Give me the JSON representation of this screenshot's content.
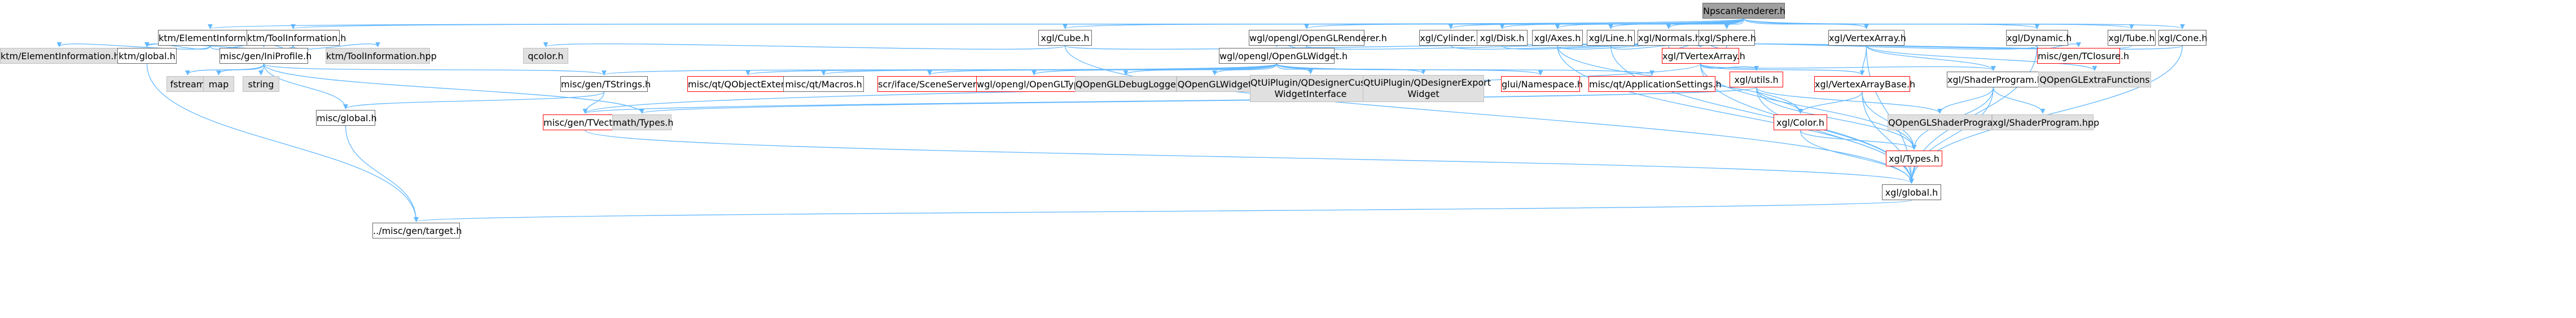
{
  "graph": {
    "edge_color": "#63b8ff",
    "nodes": [
      {
        "id": "root",
        "label": "NpscanRenderer.h",
        "style": "root"
      },
      {
        "id": "ktmElementInfoH",
        "label": "ktm/ElementInformation.h",
        "style": "link"
      },
      {
        "id": "ktmToolInfoH",
        "label": "ktm/ToolInformation.h",
        "style": "link"
      },
      {
        "id": "xglCubeH",
        "label": "xgl/Cube.h",
        "style": "link"
      },
      {
        "id": "wglRendererH",
        "label": "wgl/opengl/OpenGLRenderer.h",
        "style": "link"
      },
      {
        "id": "xglCylinderH",
        "label": "xgl/Cylinder.h",
        "style": "link"
      },
      {
        "id": "xglDiskH",
        "label": "xgl/Disk.h",
        "style": "link"
      },
      {
        "id": "xglAxesH",
        "label": "xgl/Axes.h",
        "style": "link"
      },
      {
        "id": "xglLineH",
        "label": "xgl/Line.h",
        "style": "link"
      },
      {
        "id": "xglNormalsH",
        "label": "xgl/Normals.h",
        "style": "link"
      },
      {
        "id": "xglSphereH",
        "label": "xgl/Sphere.h",
        "style": "link"
      },
      {
        "id": "xglVertexArrayH",
        "label": "xgl/VertexArray.h",
        "style": "link"
      },
      {
        "id": "xglDynamicH",
        "label": "xgl/Dynamic.h",
        "style": "link"
      },
      {
        "id": "xglTubeH",
        "label": "xgl/Tube.h",
        "style": "link"
      },
      {
        "id": "xglConeH",
        "label": "xgl/Cone.h",
        "style": "link"
      },
      {
        "id": "ktmElementInfoHpp",
        "label": "ktm/ElementInformation.hpp",
        "style": "ext"
      },
      {
        "id": "ktmGlobalH",
        "label": "ktm/global.h",
        "style": "link"
      },
      {
        "id": "miscIniProfileH",
        "label": "misc/gen/IniProfile.h",
        "style": "link"
      },
      {
        "id": "ktmToolInfoHpp",
        "label": "ktm/ToolInformation.hpp",
        "style": "ext"
      },
      {
        "id": "qcolorH",
        "label": "qcolor.h",
        "style": "ext"
      },
      {
        "id": "wglOpenGLWidgetH",
        "label": "wgl/opengl/OpenGLWidget.h",
        "style": "link"
      },
      {
        "id": "xglTVertexArrayH",
        "label": "xgl/TVertexArray.h",
        "style": "red"
      },
      {
        "id": "miscTClosureH",
        "label": "misc/gen/TClosure.h",
        "style": "red"
      },
      {
        "id": "fstream",
        "label": "fstream",
        "style": "ext"
      },
      {
        "id": "map",
        "label": "map",
        "style": "ext"
      },
      {
        "id": "string",
        "label": "string",
        "style": "ext"
      },
      {
        "id": "miscTStringsH",
        "label": "misc/gen/TStrings.h",
        "style": "link"
      },
      {
        "id": "miscQtObjExtH",
        "label": "misc/qt/QObjectExtension.h",
        "style": "red"
      },
      {
        "id": "miscQtMacrosH",
        "label": "misc/qt/Macros.h",
        "style": "link"
      },
      {
        "id": "scrSceneServerH",
        "label": "scr/iface/SceneServer.h",
        "style": "red"
      },
      {
        "id": "wglOpenGLTypesH",
        "label": "wgl/opengl/OpenGLTypes.h",
        "style": "red"
      },
      {
        "id": "qoglDebugLogger",
        "label": "QOpenGLDebugLogger",
        "style": "ext"
      },
      {
        "id": "qoglWidget",
        "label": "QOpenGLWidget",
        "style": "ext"
      },
      {
        "id": "qtuiCustomWidget",
        "label": "QtUiPlugin/QDesignerCustom\nWidgetInterface",
        "style": "ext"
      },
      {
        "id": "qtuiExportWidget",
        "label": "QtUiPlugin/QDesignerExport\nWidget",
        "style": "ext"
      },
      {
        "id": "gluiNamespaceH",
        "label": "glui/Namespace.h",
        "style": "red"
      },
      {
        "id": "miscQtAppSettingsH",
        "label": "misc/qt/ApplicationSettings.h",
        "style": "red"
      },
      {
        "id": "xglUtilsH",
        "label": "xgl/utils.h",
        "style": "red"
      },
      {
        "id": "xglVertexArrayBaseH",
        "label": "xgl/VertexArrayBase.h",
        "style": "red"
      },
      {
        "id": "xglShaderProgramH",
        "label": "xgl/ShaderProgram.h",
        "style": "link"
      },
      {
        "id": "qoglExtraFunctions",
        "label": "QOpenGLExtraFunctions",
        "style": "ext"
      },
      {
        "id": "miscGlobalH",
        "label": "misc/global.h",
        "style": "link"
      },
      {
        "id": "miscTVectorH",
        "label": "misc/gen/TVector.h",
        "style": "red"
      },
      {
        "id": "mathTypesH",
        "label": "math/Types.h",
        "style": "ext"
      },
      {
        "id": "xglColorH",
        "label": "xgl/Color.h",
        "style": "red"
      },
      {
        "id": "qoglShaderProgram",
        "label": "QOpenGLShaderProgram",
        "style": "ext"
      },
      {
        "id": "xglShaderProgramHpp",
        "label": "xgl/ShaderProgram.hpp",
        "style": "ext"
      },
      {
        "id": "xglTypesH",
        "label": "xgl/Types.h",
        "style": "red"
      },
      {
        "id": "xglGlobalH",
        "label": "xgl/global.h",
        "style": "link"
      },
      {
        "id": "miscTargetH",
        "label": "../misc/gen/target.h",
        "style": "link"
      }
    ],
    "edges": [
      [
        "root",
        "ktmElementInfoH"
      ],
      [
        "root",
        "ktmToolInfoH"
      ],
      [
        "root",
        "xglCubeH"
      ],
      [
        "root",
        "wglRendererH"
      ],
      [
        "root",
        "xglCylinderH"
      ],
      [
        "root",
        "xglDiskH"
      ],
      [
        "root",
        "xglAxesH"
      ],
      [
        "root",
        "xglLineH"
      ],
      [
        "root",
        "xglNormalsH"
      ],
      [
        "root",
        "xglSphereH"
      ],
      [
        "root",
        "xglVertexArrayH"
      ],
      [
        "root",
        "xglDynamicH"
      ],
      [
        "root",
        "xglTubeH"
      ],
      [
        "root",
        "xglConeH"
      ],
      [
        "ktmElementInfoH",
        "ktmElementInfoHpp"
      ],
      [
        "ktmElementInfoH",
        "ktmGlobalH"
      ],
      [
        "ktmElementInfoH",
        "miscIniProfileH"
      ],
      [
        "ktmToolInfoH",
        "ktmGlobalH"
      ],
      [
        "ktmToolInfoH",
        "miscIniProfileH"
      ],
      [
        "ktmToolInfoH",
        "ktmToolInfoHpp"
      ],
      [
        "ktmGlobalH",
        "miscTargetH"
      ],
      [
        "miscIniProfileH",
        "fstream"
      ],
      [
        "miscIniProfileH",
        "map"
      ],
      [
        "miscIniProfileH",
        "string"
      ],
      [
        "miscIniProfileH",
        "miscTStringsH"
      ],
      [
        "miscIniProfileH",
        "miscGlobalH"
      ],
      [
        "miscIniProfileH",
        "mathTypesH"
      ],
      [
        "miscTStringsH",
        "miscGlobalH"
      ],
      [
        "miscTStringsH",
        "miscTVectorH"
      ],
      [
        "miscGlobalH",
        "miscTargetH"
      ],
      [
        "xglCubeH",
        "qcolorH"
      ],
      [
        "xglCubeH",
        "xglTVertexArrayH"
      ],
      [
        "xglCubeH",
        "xglGlobalH"
      ],
      [
        "wglRendererH",
        "wglOpenGLWidgetH"
      ],
      [
        "wglRendererH",
        "xglTVertexArrayH"
      ],
      [
        "wglOpenGLWidgetH",
        "miscQtObjExtH"
      ],
      [
        "wglOpenGLWidgetH",
        "miscQtMacrosH"
      ],
      [
        "wglOpenGLWidgetH",
        "scrSceneServerH"
      ],
      [
        "wglOpenGLWidgetH",
        "wglOpenGLTypesH"
      ],
      [
        "wglOpenGLWidgetH",
        "qoglDebugLogger"
      ],
      [
        "wglOpenGLWidgetH",
        "qoglWidget"
      ],
      [
        "wglOpenGLWidgetH",
        "qtuiCustomWidget"
      ],
      [
        "wglOpenGLWidgetH",
        "qtuiExportWidget"
      ],
      [
        "wglOpenGLWidgetH",
        "gluiNamespaceH"
      ],
      [
        "wglOpenGLWidgetH",
        "miscQtAppSettingsH"
      ],
      [
        "wglOpenGLWidgetH",
        "miscTStringsH"
      ],
      [
        "xglCylinderH",
        "xglTVertexArrayH"
      ],
      [
        "xglDiskH",
        "xglTVertexArrayH"
      ],
      [
        "xglAxesH",
        "xglTVertexArrayH"
      ],
      [
        "xglAxesH",
        "xglColorH"
      ],
      [
        "xglAxesH",
        "xglGlobalH"
      ],
      [
        "xglLineH",
        "xglTVertexArrayH"
      ],
      [
        "xglLineH",
        "xglGlobalH"
      ],
      [
        "xglNormalsH",
        "xglTVertexArrayH"
      ],
      [
        "xglSphereH",
        "xglTVertexArrayH"
      ],
      [
        "xglVertexArrayH",
        "xglVertexArrayBaseH"
      ],
      [
        "xglVertexArrayH",
        "xglShaderProgramH"
      ],
      [
        "xglVertexArrayH",
        "qoglExtraFunctions"
      ],
      [
        "xglVertexArrayH",
        "xglGlobalH"
      ],
      [
        "xglDynamicH",
        "xglTVertexArrayH"
      ],
      [
        "xglDynamicH",
        "miscTClosureH"
      ],
      [
        "xglDynamicH",
        "xglGlobalH"
      ],
      [
        "xglTubeH",
        "xglTVertexArrayH"
      ],
      [
        "xglConeH",
        "xglTVertexArrayH"
      ],
      [
        "xglConeH",
        "xglGlobalH"
      ],
      [
        "xglTVertexArrayH",
        "xglUtilsH"
      ],
      [
        "xglTVertexArrayH",
        "xglVertexArrayBaseH"
      ],
      [
        "xglTVertexArrayH",
        "xglShaderProgramH"
      ],
      [
        "xglTVertexArrayH",
        "miscTVectorH"
      ],
      [
        "xglTVertexArrayH",
        "xglTypesH"
      ],
      [
        "xglTVertexArrayH",
        "xglGlobalH"
      ],
      [
        "xglUtilsH",
        "miscTVectorH"
      ],
      [
        "xglUtilsH",
        "mathTypesH"
      ],
      [
        "xglUtilsH",
        "xglColorH"
      ],
      [
        "xglUtilsH",
        "qoglShaderProgram"
      ],
      [
        "xglUtilsH",
        "xglTypesH"
      ],
      [
        "xglUtilsH",
        "xglGlobalH"
      ],
      [
        "xglVertexArrayBaseH",
        "xglColorH"
      ],
      [
        "xglVertexArrayBaseH",
        "xglTypesH"
      ],
      [
        "xglVertexArrayBaseH",
        "xglGlobalH"
      ],
      [
        "xglShaderProgramH",
        "qoglShaderProgram"
      ],
      [
        "xglShaderProgramH",
        "xglShaderProgramHpp"
      ],
      [
        "xglShaderProgramH",
        "xglTypesH"
      ],
      [
        "xglShaderProgramH",
        "xglGlobalH"
      ],
      [
        "xglColorH",
        "xglTypesH"
      ],
      [
        "xglColorH",
        "xglGlobalH"
      ],
      [
        "xglTypesH",
        "xglGlobalH"
      ],
      [
        "xglGlobalH",
        "miscTargetH"
      ],
      [
        "miscTVectorH",
        "xglGlobalH"
      ]
    ]
  }
}
